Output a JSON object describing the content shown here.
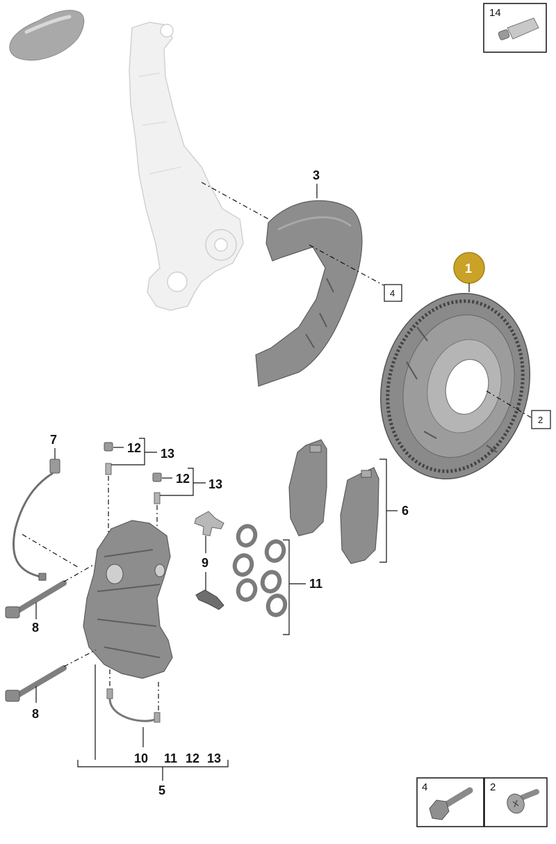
{
  "labels": {
    "p1": "1",
    "p2": "2",
    "p3": "3",
    "p4": "4",
    "p5": "5",
    "p6": "6",
    "p7": "7",
    "p8a": "8",
    "p8b": "8",
    "p9": "9",
    "p10": "10",
    "p11": "11",
    "p11b": "11",
    "p12a": "12",
    "p12b": "12",
    "p12c": "12",
    "p13a": "13",
    "p13b": "13",
    "p13c": "13",
    "p14": "14"
  },
  "corner_boxes": {
    "grease": "14",
    "bolt": "4",
    "screw": "2"
  },
  "colors": {
    "highlight_badge": "#c9a227",
    "part_gray": "#8d8d8d",
    "ghost_gray": "#f1f1f1"
  },
  "icons": {
    "car_silhouette": "car-icon",
    "grease_tube": "grease-tube-icon",
    "hex_bolt": "hex-bolt-icon",
    "countersunk_screw": "countersunk-screw-icon"
  }
}
